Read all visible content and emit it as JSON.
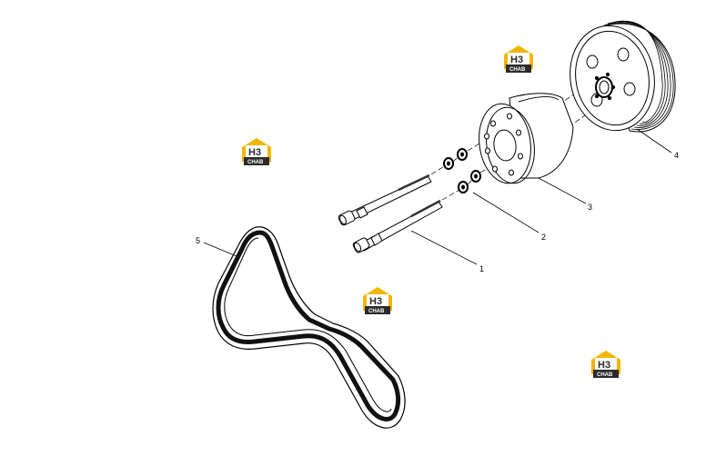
{
  "callouts": [
    {
      "label": "1"
    },
    {
      "label": "2"
    },
    {
      "label": "3"
    },
    {
      "label": "4"
    },
    {
      "label": "5"
    }
  ],
  "watermark": {
    "letters": "H3",
    "caption": "CHAB"
  },
  "colors": {
    "logo_yellow": "#f2b600",
    "logo_dark": "#2b2b2b",
    "line": "#000000"
  }
}
